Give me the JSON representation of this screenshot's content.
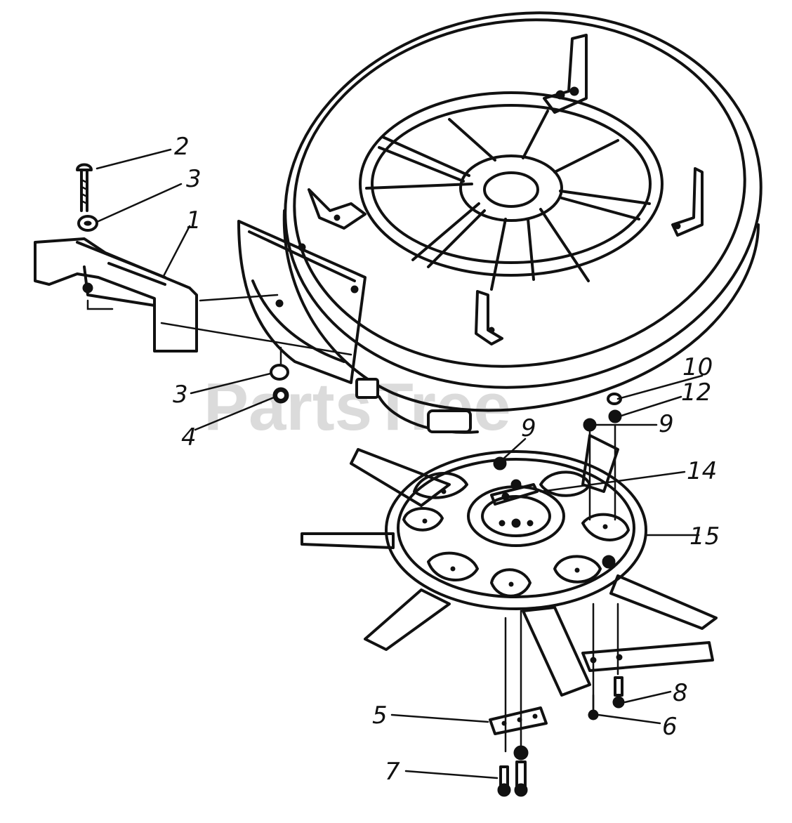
{
  "watermark": "PartsTree",
  "callouts": {
    "c1": "1",
    "c2": "2",
    "c3a": "3",
    "c3b": "3",
    "c4": "4",
    "c5": "5",
    "c6": "6",
    "c7": "7",
    "c8": "8",
    "c9a": "9",
    "c9b": "9",
    "c10": "10",
    "c12": "12",
    "c14": "14",
    "c15": "15"
  }
}
